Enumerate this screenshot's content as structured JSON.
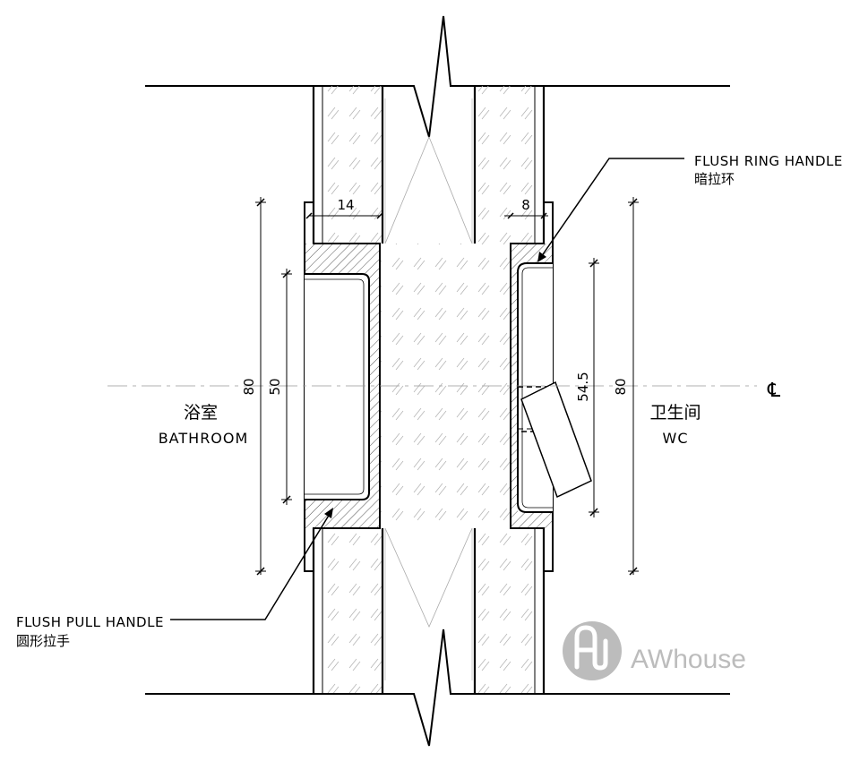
{
  "labels": {
    "bathroom_cn": "浴室",
    "bathroom_en": "BATHROOM",
    "wc_cn": "卫生间",
    "wc_en": "WC",
    "ring_handle_en": "FLUSH RING HANDLE",
    "ring_handle_cn": "暗拉环",
    "pull_handle_en": "FLUSH PULL HANDLE",
    "pull_handle_cn": "圆形拉手",
    "centerline": "℄"
  },
  "dimensions": {
    "top_left": "14",
    "top_right": "8",
    "left_outer": "80",
    "left_inner": "50",
    "right_inner": "54.5",
    "right_outer": "80"
  },
  "watermark": {
    "text": "AWhouse",
    "logo_letters": "AW",
    "color": "#bcbcbc"
  }
}
